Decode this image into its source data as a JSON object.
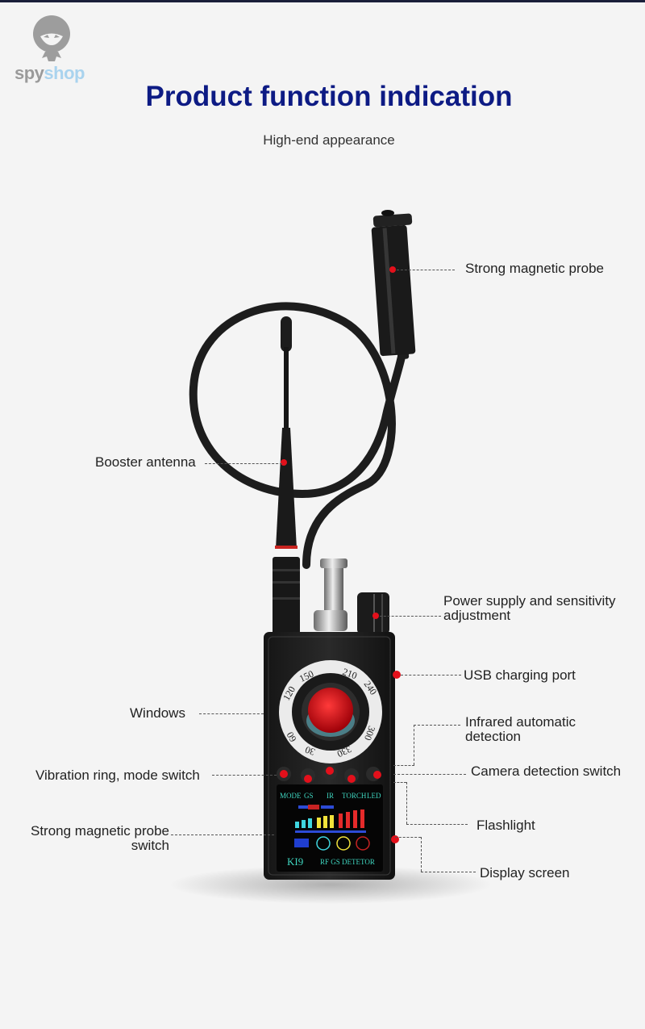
{
  "brand": {
    "logo_icon": "ninja-mascot-icon",
    "name_part1": "spy",
    "name_part2": "shop",
    "colors": {
      "part1": "#9a9a9a",
      "part2": "#a9d3ee"
    }
  },
  "header": {
    "title": "Product function indication",
    "subtitle": "High-end appearance",
    "title_color": "#0d1b84"
  },
  "callouts": [
    {
      "id": "magnetic-probe",
      "label": "Strong magnetic probe"
    },
    {
      "id": "booster-antenna",
      "label": "Booster antenna"
    },
    {
      "id": "power-sensitivity",
      "label_line1": "Power supply and sensitivity",
      "label_line2": "adjustment"
    },
    {
      "id": "usb-port",
      "label": "USB charging port"
    },
    {
      "id": "windows",
      "label": "Windows"
    },
    {
      "id": "infrared",
      "label_line1": "Infrared automatic",
      "label_line2": "detection"
    },
    {
      "id": "vibration-mode",
      "label": "Vibration ring, mode switch"
    },
    {
      "id": "camera-detect",
      "label": "Camera detection switch"
    },
    {
      "id": "probe-switch",
      "label_line1": "Strong magnetic probe",
      "label_line2": "switch"
    },
    {
      "id": "flashlight",
      "label": "Flashlight"
    },
    {
      "id": "display",
      "label": "Display screen"
    }
  ],
  "device": {
    "dial_numbers": [
      "150",
      "210",
      "240",
      "300",
      "330",
      "30",
      "60",
      "120"
    ],
    "button_labels": [
      "MODE",
      "GS",
      "IR",
      "TORCH",
      "LED"
    ],
    "model": "KI9",
    "screen_caption": "RF GS DETETOR",
    "bar_colors": [
      "#3fd6e0",
      "#3fd6e0",
      "#3fd6e0",
      "#f2e23a",
      "#f2e23a",
      "#f2e23a",
      "#e52a2a",
      "#e52a2a",
      "#e52a2a",
      "#e52a2a"
    ],
    "accent_red": "#e3101b"
  }
}
